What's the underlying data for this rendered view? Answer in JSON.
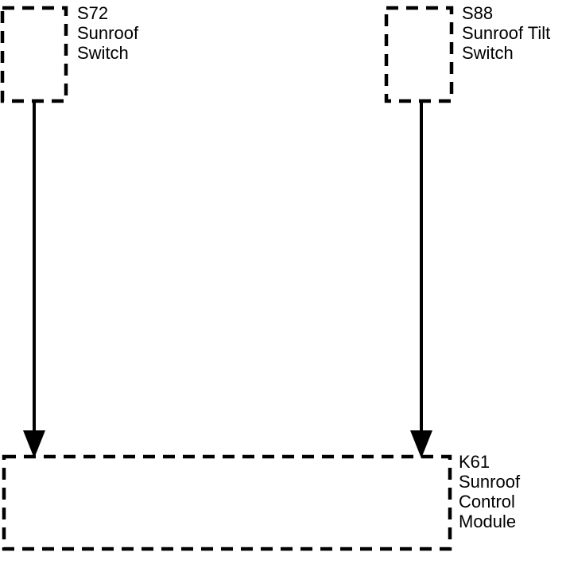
{
  "components": {
    "s72": {
      "id": "S72",
      "name_lines": [
        "Sunroof",
        "Switch"
      ]
    },
    "s88": {
      "id": "S88",
      "name_lines": [
        "Sunroof Tilt",
        "Switch"
      ]
    },
    "k61": {
      "id": "K61",
      "name_lines": [
        "Sunroof",
        "Control",
        "Module"
      ]
    }
  },
  "connections": [
    {
      "from": "S72",
      "to": "K61"
    },
    {
      "from": "S88",
      "to": "K61"
    }
  ],
  "colors": {
    "stroke": "#000000",
    "background": "#ffffff"
  }
}
